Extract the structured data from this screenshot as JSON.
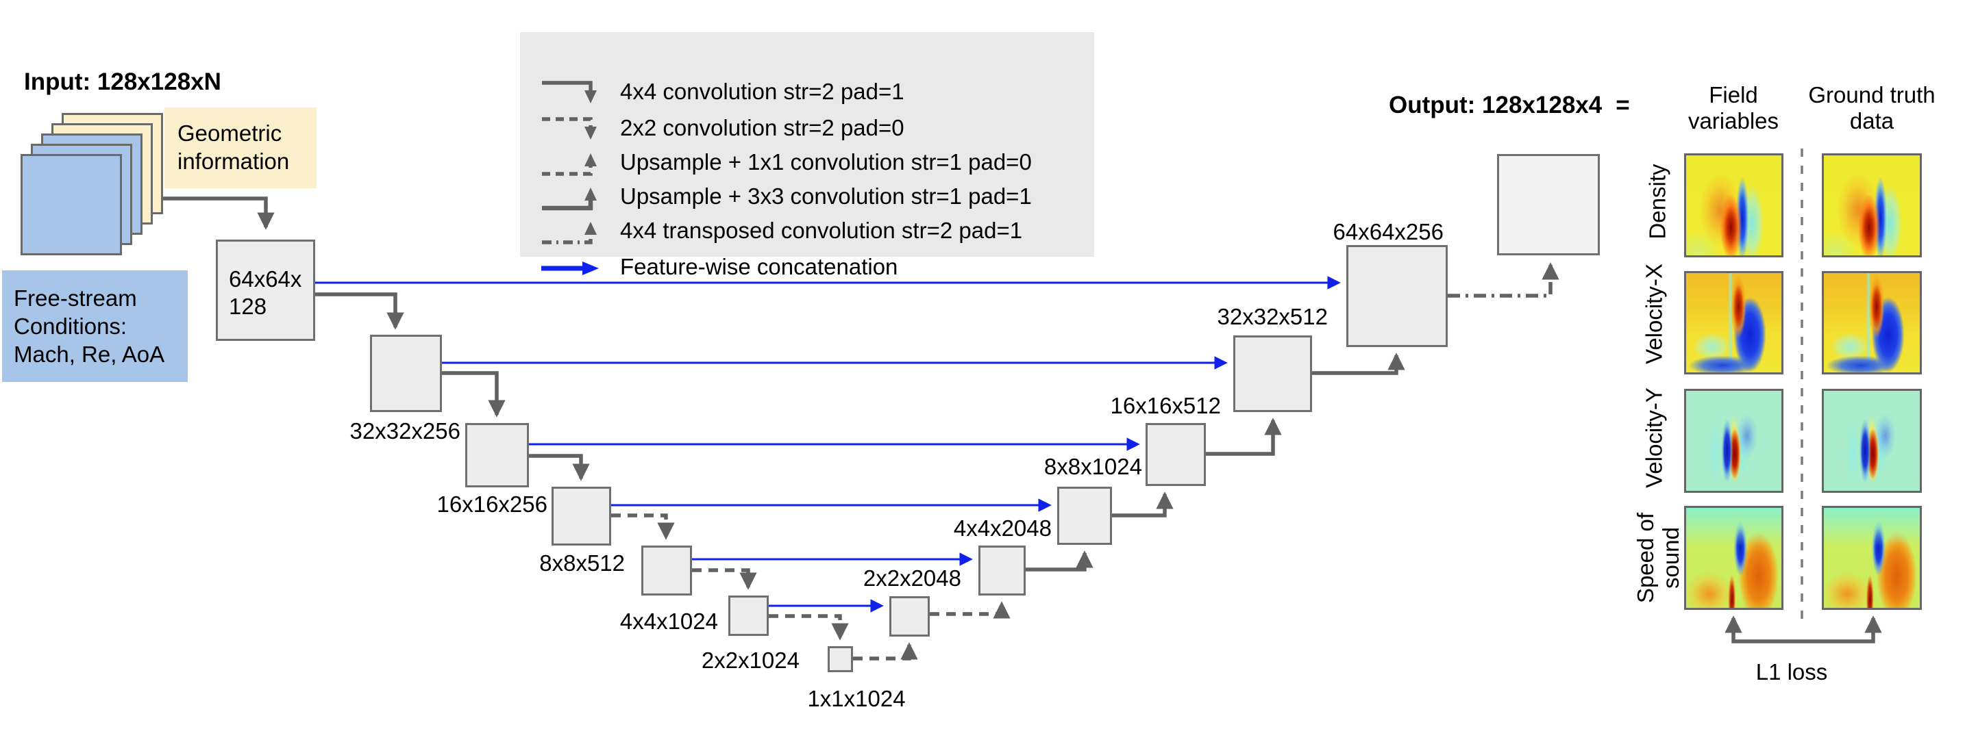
{
  "input": {
    "title": "Input: 128x128xN",
    "geometric_lines": [
      "Geometric",
      "information"
    ],
    "freestream_lines": [
      "Free-stream",
      "Conditions:",
      "Mach, Re, AoA"
    ]
  },
  "legend": {
    "items": [
      {
        "icon": "conv-4x4-down-arrow",
        "label": "4x4 convolution str=2 pad=1"
      },
      {
        "icon": "conv-2x2-down-arrow",
        "label": "2x2 convolution str=2 pad=0"
      },
      {
        "icon": "upsample-1x1-up-arrow",
        "label": "Upsample + 1x1 convolution str=1 pad=0"
      },
      {
        "icon": "upsample-3x3-up-arrow",
        "label": "Upsample + 3x3 convolution str=1 pad=1"
      },
      {
        "icon": "transposed-conv-up-arrow",
        "label": "4x4 transposed convolution str=2 pad=1"
      },
      {
        "icon": "concatenation-arrow",
        "label": "Feature-wise concatenation"
      }
    ]
  },
  "network": {
    "box1_lines": [
      "64x64x",
      "128"
    ],
    "enc_labels": [
      "32x32x256",
      "16x16x256",
      "8x8x512",
      "4x4x1024",
      "2x2x1024",
      "1x1x1024"
    ],
    "dec_labels": [
      "2x2x2048",
      "4x4x2048",
      "8x8x1024",
      "16x16x512",
      "32x32x512",
      "64x64x256"
    ]
  },
  "output": {
    "title": "Output: 128x128x4",
    "equals": "="
  },
  "panel": {
    "col1_lines": [
      "Field",
      "variables"
    ],
    "col2_lines": [
      "Ground truth",
      "data"
    ],
    "row_labels": [
      "Density",
      "Velocity-X",
      "Velocity-Y"
    ],
    "row4_lines": [
      "Speed of",
      "sound"
    ],
    "loss_label": "L1 loss"
  },
  "colors": {
    "skip_arrow_blue": "#1021ee",
    "connector_gray": "#616161",
    "box_fill": "#ededed",
    "box_border": "#6f6f6f",
    "legend_bg": "#e9e9e9",
    "input_blue": "#a6c5e8",
    "input_cream": "#fcf0cc"
  }
}
